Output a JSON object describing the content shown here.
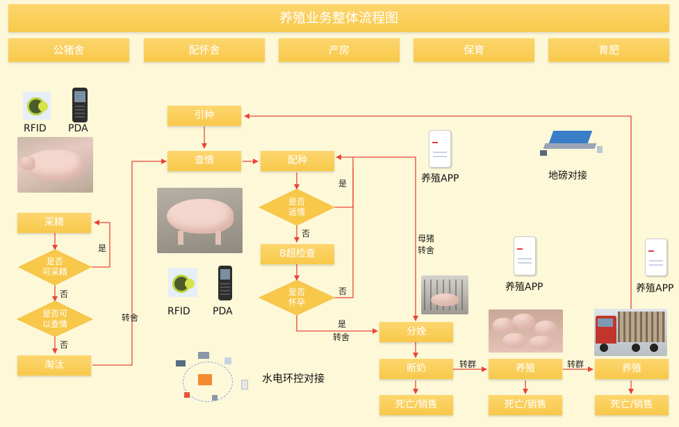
{
  "title": "养殖业务整体流程图",
  "stages": [
    "公猪舍",
    "配怀舍",
    "产房",
    "保育",
    "育肥"
  ],
  "nodes": {
    "yinzhong": "引种",
    "chaqing": "查情",
    "peizhong": "配种",
    "caijing": "采精",
    "taotai": "淘汰",
    "bchao": "B超检查",
    "fenmian": "分娩",
    "duannai": "断奶",
    "yangzhi1": "养殖",
    "yangzhi2": "养殖",
    "siwang1": "死亡/销售",
    "siwang2": "死亡/销售",
    "siwang3": "死亡/销售"
  },
  "decisions": {
    "kecaijing": "是否\n可采精",
    "kechaqing": "是否可\n以查情",
    "fanqing": "是否\n返情",
    "huaiyun": "是否\n怀孕"
  },
  "labels": {
    "shi1": "是",
    "fou1": "否",
    "fou2": "否",
    "shi2": "是",
    "fou3": "否",
    "fou4": "否",
    "shi3": "是",
    "zhuanshe1": "转舍",
    "zhuanshe2": "转舍",
    "muzhu": "母猪",
    "zhuanshe3": "转舍",
    "zhuanqun1": "转群",
    "zhuanqun2": "转群"
  },
  "captions": {
    "rfid1": "RFID",
    "pda1": "PDA",
    "rfid2": "RFID",
    "pda2": "PDA",
    "app1": "养殖APP",
    "app2": "养殖APP",
    "app3": "养殖APP",
    "dibang": "地磅对接",
    "shuidian": "水电环控对接"
  },
  "colors": {
    "box": "#f8c84a",
    "line": "#e8443a",
    "background": "#fdf8d8"
  }
}
